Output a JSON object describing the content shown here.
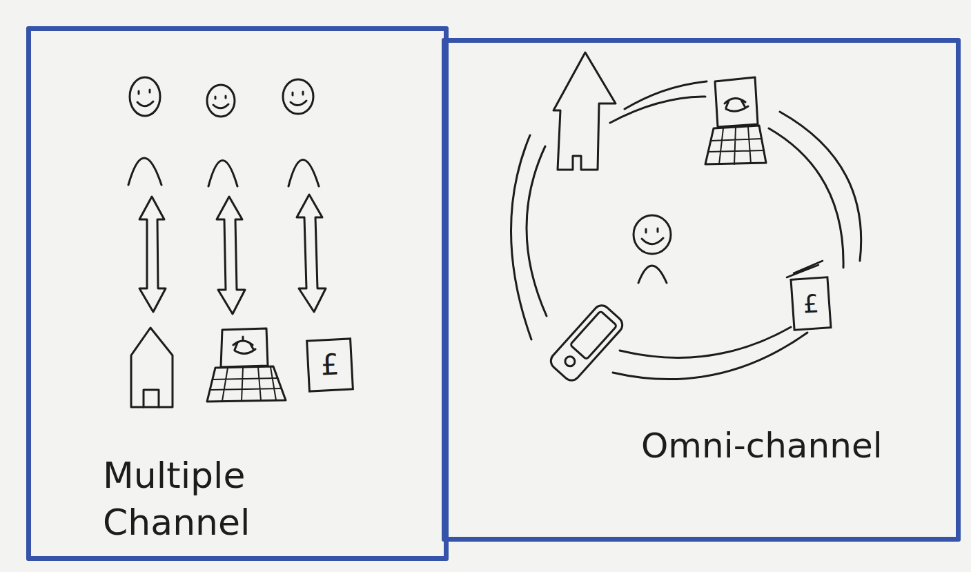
{
  "diagram": {
    "nodes": [
      {
        "text": [
          "Multiple Channel"
        ]
      },
      {
        "text": [
          "£"
        ],
        "in": 0
      },
      {
        "text": [
          "Omni-channel"
        ]
      },
      {
        "text": [
          "£"
        ],
        "in": 2
      }
    ]
  }
}
